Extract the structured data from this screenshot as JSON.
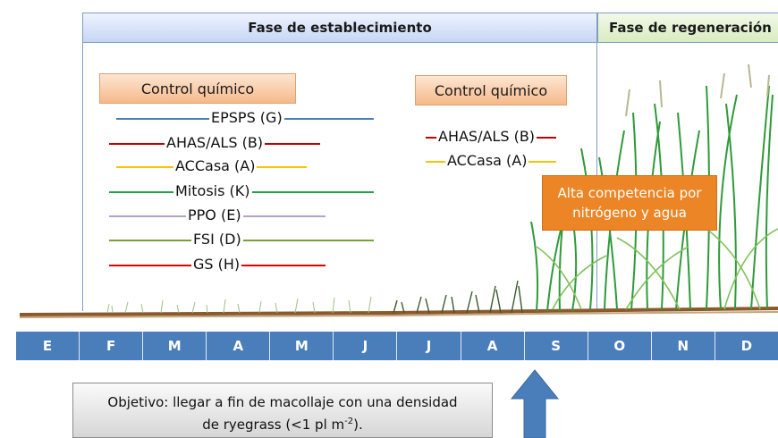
{
  "phases": {
    "establishment": "Fase de establecimiento",
    "regeneration": "Fase de regeneración"
  },
  "control_left": {
    "title": "Control químico",
    "modes": [
      {
        "label": "EPSPS (G)",
        "color": "#4a7ebb"
      },
      {
        "label": "AHAS/ALS (B)",
        "color": "#c00000"
      },
      {
        "label": "ACCasa (A)",
        "color": "#ffc000"
      },
      {
        "label": "Mitosis (K)",
        "color": "#1fa34a"
      },
      {
        "label": "PPO (E)",
        "color": "#b4a2d6"
      },
      {
        "label": "FSI (D)",
        "color": "#77a03a"
      },
      {
        "label": "GS (H)",
        "color": "#e00000"
      }
    ]
  },
  "control_right": {
    "title": "Control químico",
    "modes": [
      {
        "label": "AHAS/ALS (B)",
        "color": "#c00000"
      },
      {
        "label": "ACCasa (A)",
        "color": "#ffc000"
      }
    ]
  },
  "callout": {
    "line1": "Alta competencia por",
    "line2": "nitrógeno y agua"
  },
  "months": [
    "E",
    "F",
    "M",
    "A",
    "M",
    "J",
    "J",
    "A",
    "S",
    "O",
    "N",
    "D"
  ],
  "objective": {
    "line1": "Objetivo: llegar a fin de macollaje con una densidad",
    "line2_prefix": "de ryegrass (<1 pl m",
    "line2_sup": "-2",
    "line2_suffix": ")."
  },
  "colors": {
    "month_bar": "#4a7ebb",
    "arrow": "#4a7ebb",
    "callout": "#ec8526"
  }
}
